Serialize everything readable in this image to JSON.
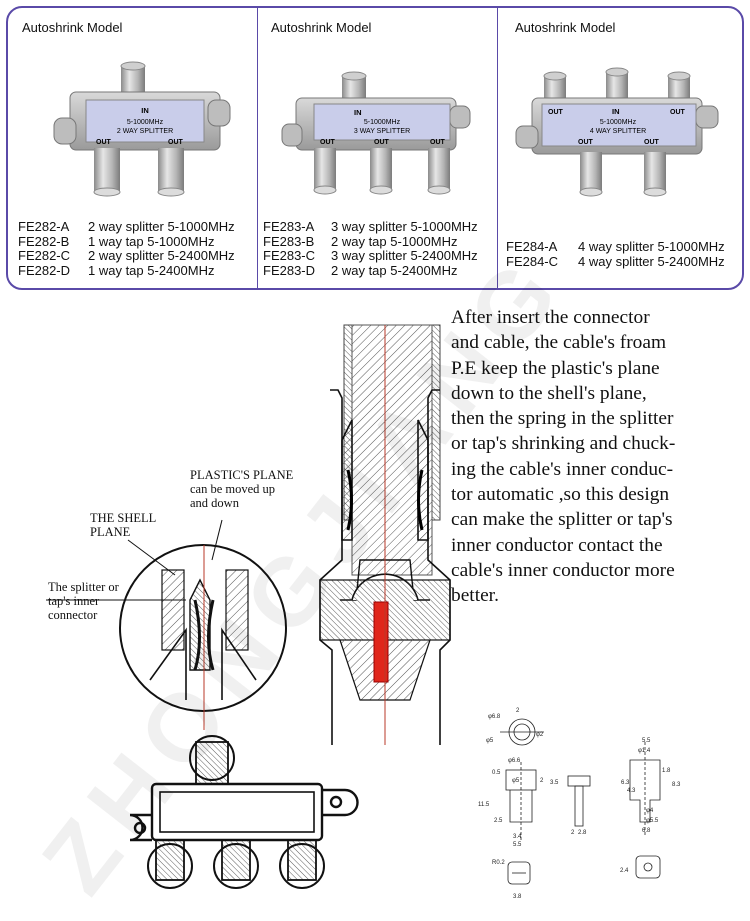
{
  "panel": {
    "columns": [
      {
        "title": "Autoshrink Model",
        "photo_label": {
          "in": "IN",
          "freq": "5-1000MHz",
          "type": "2 WAY SPLITTER",
          "out_left": "OUT",
          "out_right": "OUT"
        },
        "models": [
          {
            "code": "FE282-A",
            "desc": "2 way splitter 5-1000MHz"
          },
          {
            "code": "FE282-B",
            "desc": "1 way tap 5-1000MHz"
          },
          {
            "code": "FE282-C",
            "desc": "2 way splitter 5-2400MHz"
          },
          {
            "code": "FE282-D",
            "desc": "1 way tap 5-2400MHz"
          }
        ]
      },
      {
        "title": "Autoshrink Model",
        "photo_label": {
          "in": "IN",
          "freq": "5-1000MHz",
          "type": "3 WAY SPLITTER",
          "out_left": "OUT",
          "out_mid": "OUT",
          "out_right": "OUT"
        },
        "models": [
          {
            "code": "FE283-A",
            "desc": "3 way splitter 5-1000MHz"
          },
          {
            "code": "FE283-B",
            "desc": "2 way tap 5-1000MHz"
          },
          {
            "code": "FE283-C",
            "desc": "3 way splitter 5-2400MHz"
          },
          {
            "code": "FE283-D",
            "desc": "2 way tap 5-2400MHz"
          }
        ]
      },
      {
        "title": "Autoshrink Model",
        "photo_label": {
          "in": "IN",
          "freq": "5-1000MHz",
          "type": "4 WAY SPLITTER",
          "out_tl": "OUT",
          "out_tr": "OUT",
          "out_bl": "OUT",
          "out_br": "OUT"
        },
        "models": [
          {
            "code": "FE284-A",
            "desc": "4 way splitter 5-1000MHz"
          },
          {
            "code": "FE284-C",
            "desc": "4 way splitter 5-2400MHz"
          }
        ]
      }
    ]
  },
  "description": [
    "After insert the connector",
    "and cable, the cable's froam",
    "P.E keep the plastic's plane",
    "down to the shell's plane,",
    "then the spring in the splitter",
    "or tap's shrinking and chuck-",
    "ing the cable's inner conduc-",
    "tor automatic ,so this design",
    "can make the splitter or tap's",
    "inner conductor contact the",
    "cable's inner conductor more",
    "better."
  ],
  "labels": {
    "plastic_plane_1": "PLASTIC'S PLANE",
    "plastic_plane_2": "can be moved up",
    "plastic_plane_3": "and down",
    "shell_plane_1": "THE SHELL",
    "shell_plane_2": "PLANE",
    "inner_connector_1": "The splitter or",
    "inner_connector_2": "tap's inner",
    "inner_connector_3": "connector"
  },
  "dimensions": {
    "top_left": [
      "φ6.8",
      "2",
      "φ5",
      "φ2"
    ],
    "mid_left": [
      "φ6.6",
      "0.5",
      "φ5",
      "2",
      "3.5",
      "11.5",
      "2.5",
      "3.4",
      "5.5"
    ],
    "mid_pin": [
      "2",
      "2.8"
    ],
    "right": [
      "5.5",
      "φ1.4",
      "6.3",
      "4.3",
      "1.8",
      "8.3",
      "φ4",
      "φ5.5",
      "6.8"
    ],
    "bottom_left": [
      "R0.2",
      "3.8"
    ],
    "bottom_right": [
      "2.4"
    ]
  },
  "watermark": "ZHONGJIANG",
  "colors": {
    "border": "#5a4aa8",
    "label_plate": "#c9cdea",
    "pin": "#e0261b"
  }
}
